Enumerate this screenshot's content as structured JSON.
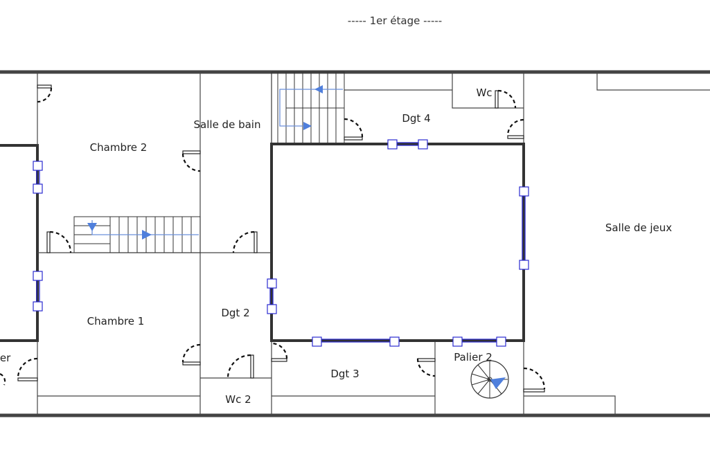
{
  "title": "-----   1er étage   -----",
  "rooms": {
    "chambre2": "Chambre 2",
    "chambre1": "Chambre 1",
    "salle_de_bain": "Salle de bain",
    "dgt2": "Dgt 2",
    "dgt3": "Dgt 3",
    "dgt4": "Dgt 4",
    "wc": "Wc",
    "wc2": "Wc 2",
    "palier": "Palier",
    "palier2": "Palier 2",
    "salle_de_jeux": "Salle de jeux"
  },
  "colors": {
    "walls": "#333333",
    "windows": "#2a2ad0",
    "stair_arrows": "#4f7fdc"
  }
}
